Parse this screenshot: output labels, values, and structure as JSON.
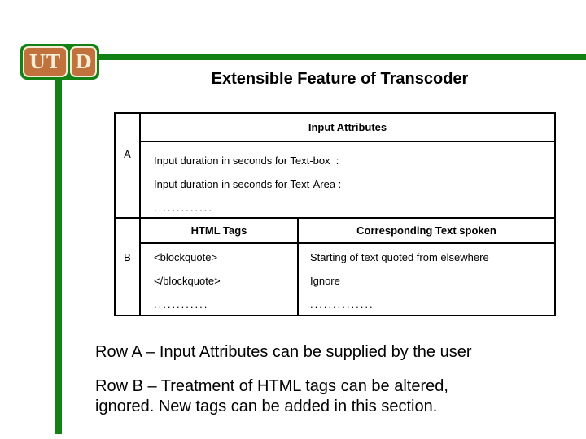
{
  "slide": {
    "logo": {
      "left_text": "UT",
      "right_text": "D"
    },
    "title": "Extensible Feature of Transcoder",
    "table": {
      "section_a": {
        "label": "A",
        "header": "Input Attributes",
        "rows": [
          "Input duration in seconds for Text-box  :",
          "Input duration in seconds for Text-Area :",
          "............."
        ]
      },
      "section_b": {
        "label": "B",
        "headers": [
          "HTML Tags",
          "Corresponding Text spoken"
        ],
        "rows": [
          {
            "tag": "<blockquote>",
            "spoken": "Starting of text quoted from elsewhere"
          },
          {
            "tag": "</blockquote>",
            "spoken": "Ignore"
          },
          {
            "tag": "............",
            "spoken": ".............."
          }
        ]
      }
    },
    "notes": {
      "row_a": {
        "lines": [
          "Row A – Input Attributes can be supplied by the user"
        ]
      },
      "row_b": {
        "lines": [
          "Row B – Treatment of HTML tags can be altered,",
          "ignored. New tags can be added in this section."
        ]
      }
    },
    "colors": {
      "accent_green": "#148114",
      "logo_orange": "#C0713C",
      "logo_cream": "#F5EDD8",
      "text": "#000000"
    }
  }
}
